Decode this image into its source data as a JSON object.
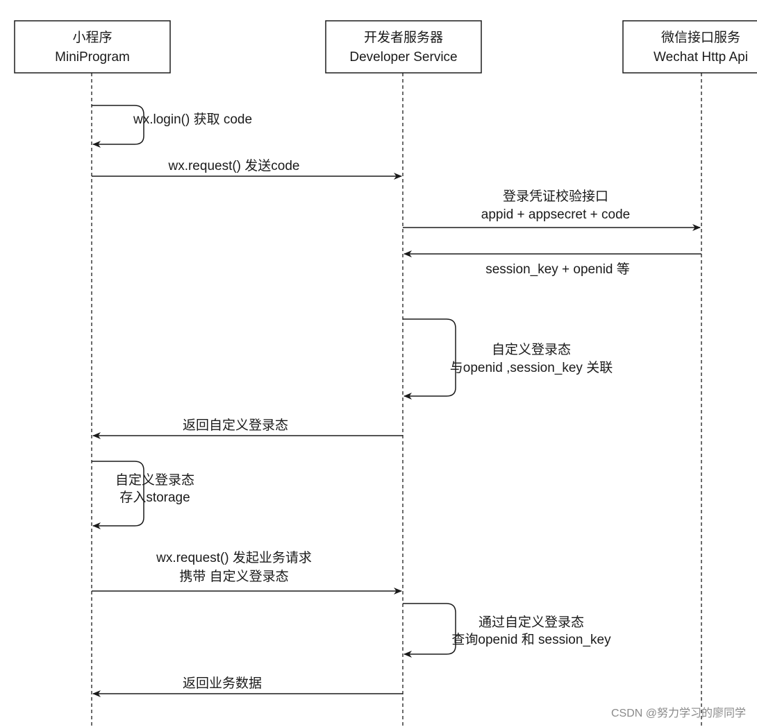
{
  "actors": {
    "miniprogram": {
      "line1": "小程序",
      "line2": "MiniProgram"
    },
    "developer": {
      "line1": "开发者服务器",
      "line2": "Developer Service"
    },
    "wechat": {
      "line1": "微信接口服务",
      "line2": "Wechat Http Api"
    }
  },
  "messages": {
    "wx_login": {
      "line1": "wx.login() 获取 code"
    },
    "send_code": {
      "line1": "wx.request() 发送code"
    },
    "verify": {
      "line1": "登录凭证校验接口",
      "line2": "appid + appsecret + code"
    },
    "session_return": {
      "line1": "session_key + openid 等"
    },
    "custom_state": {
      "line1": "自定义登录态",
      "line2": "与openid ,session_key 关联"
    },
    "return_state": {
      "line1": "返回自定义登录态"
    },
    "storage": {
      "line1": "自定义登录态",
      "line2": "存入storage"
    },
    "biz_request": {
      "line1": "wx.request() 发起业务请求",
      "line2": "携带 自定义登录态"
    },
    "query": {
      "line1": "通过自定义登录态",
      "line2": "查询openid 和 session_key"
    },
    "return_data": {
      "line1": "返回业务数据"
    }
  },
  "watermark": "CSDN @努力学习的廖同学"
}
